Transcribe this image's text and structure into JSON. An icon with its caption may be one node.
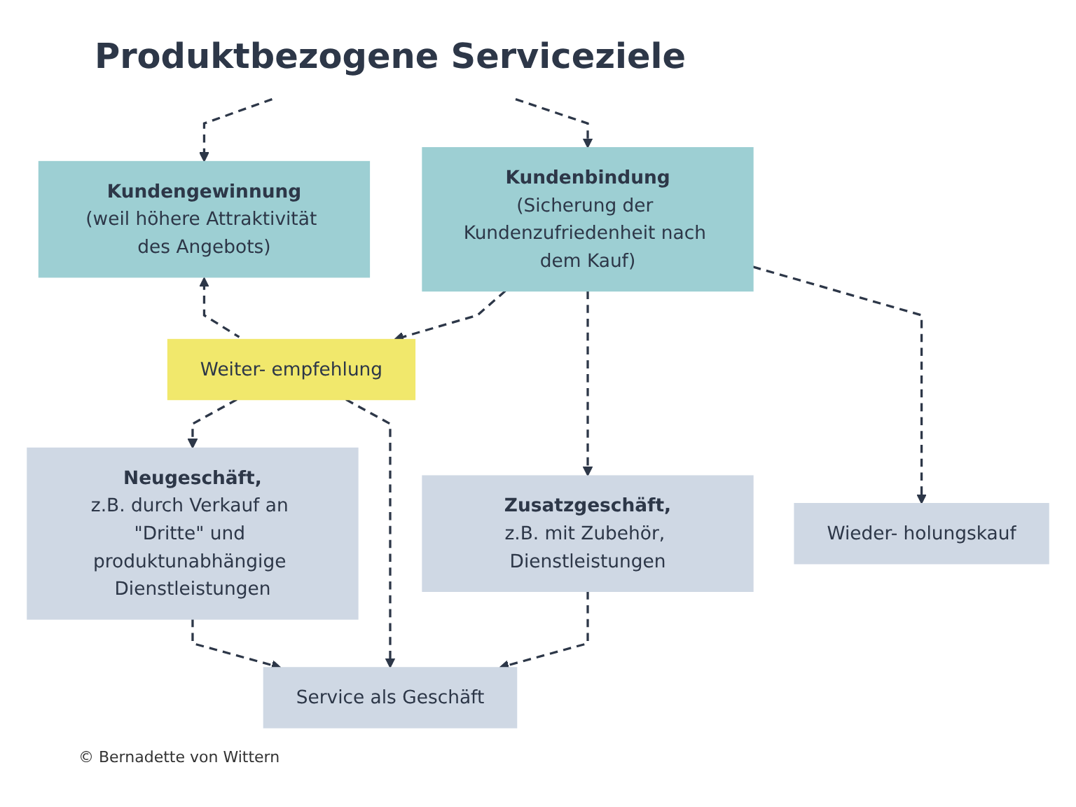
{
  "diagram": {
    "nodes": [
      {
        "text": [
          "Produktbezogene Serviceziele"
        ]
      },
      {
        "text": [
          "Kundengewinnung",
          "(weil höhere Attraktivität des Angebots)"
        ]
      },
      {
        "text": [
          "Kundenbindung",
          "(Sicherung der Kundenzufriedenheit nach dem Kauf)"
        ]
      },
      {
        "text": [
          "Weiter- empfehlung"
        ]
      },
      {
        "text": [
          "Neugeschäft,",
          "z.B. durch Verkauf an \"Dritte\" und produktunabhängige Dienstleistungen"
        ]
      },
      {
        "text": [
          "Zusatzgeschäft,",
          "z.B. mit Zubehör, Dienstleistungen"
        ]
      },
      {
        "text": [
          "Wieder- holungskauf"
        ]
      },
      {
        "text": [
          "Service als Geschäft"
        ]
      }
    ],
    "edges": [
      {
        "from": 0,
        "to": 1,
        "arrow": "to",
        "style": "dashed"
      },
      {
        "from": 0,
        "to": 2,
        "arrow": "to",
        "style": "dashed"
      },
      {
        "from": 3,
        "to": 1,
        "arrow": "to",
        "style": "dashed"
      },
      {
        "from": 2,
        "to": 3,
        "arrow": "to",
        "style": "dashed"
      },
      {
        "from": 2,
        "to": 5,
        "arrow": "to",
        "style": "dashed"
      },
      {
        "from": 2,
        "to": 6,
        "arrow": "to",
        "style": "dashed"
      },
      {
        "from": 3,
        "to": 4,
        "arrow": "to",
        "style": "dashed"
      },
      {
        "from": 3,
        "to": 7,
        "arrow": "to",
        "style": "dashed"
      },
      {
        "from": 4,
        "to": 7,
        "arrow": "to",
        "style": "dashed"
      },
      {
        "from": 5,
        "to": 7,
        "arrow": "to",
        "style": "dashed"
      }
    ],
    "labels": [
      "© Bernadette von Wittern"
    ]
  }
}
